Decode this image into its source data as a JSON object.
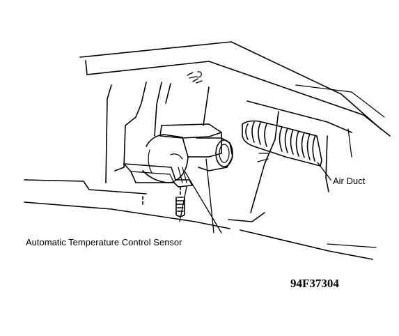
{
  "labels": {
    "air_duct": "Air Duct",
    "atc_sensor": "Automatic Temperature Control Sensor"
  },
  "figure_id": "94F37304",
  "colors": {
    "ink": "#000000",
    "paper": "#ffffff"
  }
}
